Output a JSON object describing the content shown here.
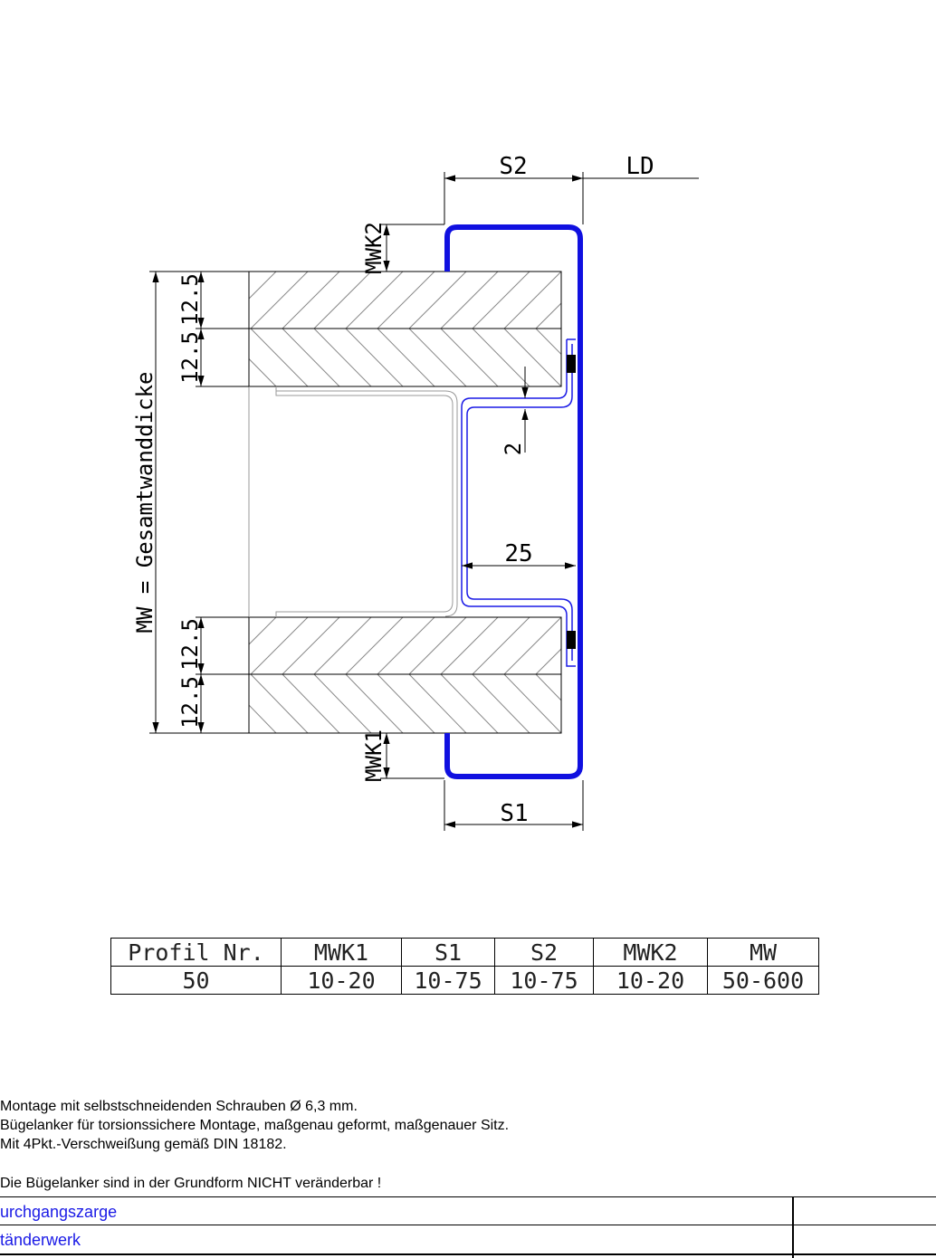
{
  "drawing": {
    "labels": {
      "s2": "S2",
      "ld": "LD",
      "s1": "S1",
      "mwk2": "MWK2",
      "mwk1": "MWK1",
      "wall_total": "MW = Gesamtwanddicke",
      "board_top_outer": "12.5",
      "board_top_inner": "12.5",
      "board_bottom_inner": "12.5",
      "board_bottom_outer": "12.5",
      "gap": "2",
      "depth": "25"
    },
    "colors": {
      "profile": "#1010e0",
      "anchor": "#1a1ae6",
      "hatch": "#888888"
    }
  },
  "spec_table": {
    "headers": [
      "Profil Nr.",
      "MWK1",
      "S1",
      "S2",
      "MWK2",
      "MW"
    ],
    "rows": [
      [
        "50",
        "10-20",
        "10-75",
        "10-75",
        "10-20",
        "50-600"
      ]
    ]
  },
  "notes": {
    "line1": "Montage mit selbstschneidenden Schrauben Ø 6,3 mm.",
    "line2": "Bügelanker für torsionssichere Montage, maßgenau geformt, maßgenauer Sitz.",
    "line3": "Mit 4Pkt.-Verschweißung gemäß DIN 18182.",
    "line4": "Die Bügelanker sind in der Grundform NICHT veränderbar !"
  },
  "bottom_table": {
    "row1": "urchgangszarge",
    "row2": "tänderwerk"
  }
}
